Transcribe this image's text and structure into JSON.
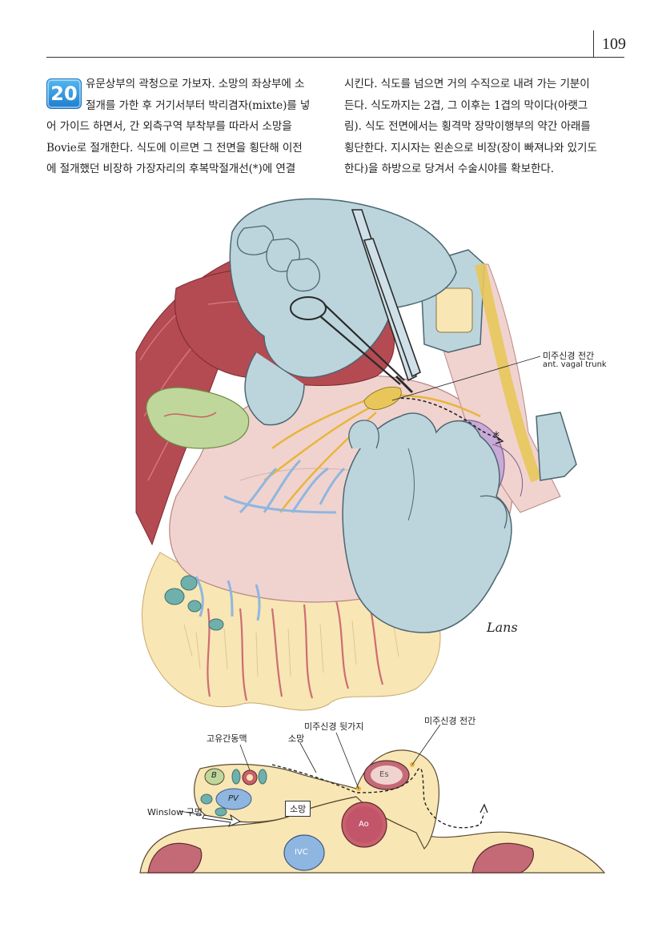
{
  "page": {
    "number": "109"
  },
  "step": {
    "number": "20"
  },
  "text": {
    "left_lines": [
      "유문상부의 곽청으로 가보자. 소망의 좌상부에 소",
      "절개를 가한 후 거기서부터 박리겸자(mixte)를 넣",
      "어 가이드 하면서, 간 외측구역 부착부를 따라서 소망을",
      "Bovie로 절개한다. 식도에 이르면 그 전면을 횡단해 이전",
      "에 절개했던 비장하 가장자리의 후복막절개선(*)에 연결"
    ],
    "right_lines": [
      "시킨다. 식도를 넘으면 거의 수직으로 내려 가는 기분이",
      "든다. 식도까지는 2겹, 그 이후는 1겹의 막이다(아랫그",
      "림). 식도 전면에서는 횡격막 장막이행부의 약간 아래를",
      "횡단한다. 지시자는 왼손으로 비장(장이 빠져나와 있기도",
      "한다)을 하방으로 당겨서 수술시야를 확보한다."
    ]
  },
  "illustration_top": {
    "label_ant_vagal_kr": "미주신경 전간",
    "label_ant_vagal_en": "ant. vagal trunk",
    "asterisk": "*",
    "signature": "Lans"
  },
  "illustration_bottom": {
    "label_hepatic_artery": "고유간동맥",
    "label_lesser_omentum": "소망",
    "label_post_vagal_branch": "미주신경 뒷가지",
    "label_ant_vagal_trunk": "미주신경 전간",
    "label_winslow": "Winslow 구멍",
    "label_lesser_omentum_box": "소망",
    "label_B": "B",
    "label_PV": "PV",
    "label_Es": "Es",
    "label_Ao": "Ao",
    "label_IVC": "IVC"
  },
  "colors": {
    "badge_blue": "#2b8fdc",
    "muscle_red": "#b44a52",
    "glove_blue": "#bcd5dd",
    "skin_pink": "#f0d3cf",
    "fat_yellow": "#f8e6b4",
    "vessel_red": "#c9606c",
    "vein_blue": "#8fb6e0",
    "organ_green": "#bfd79a",
    "spleen_purple": "#c9aad6"
  }
}
